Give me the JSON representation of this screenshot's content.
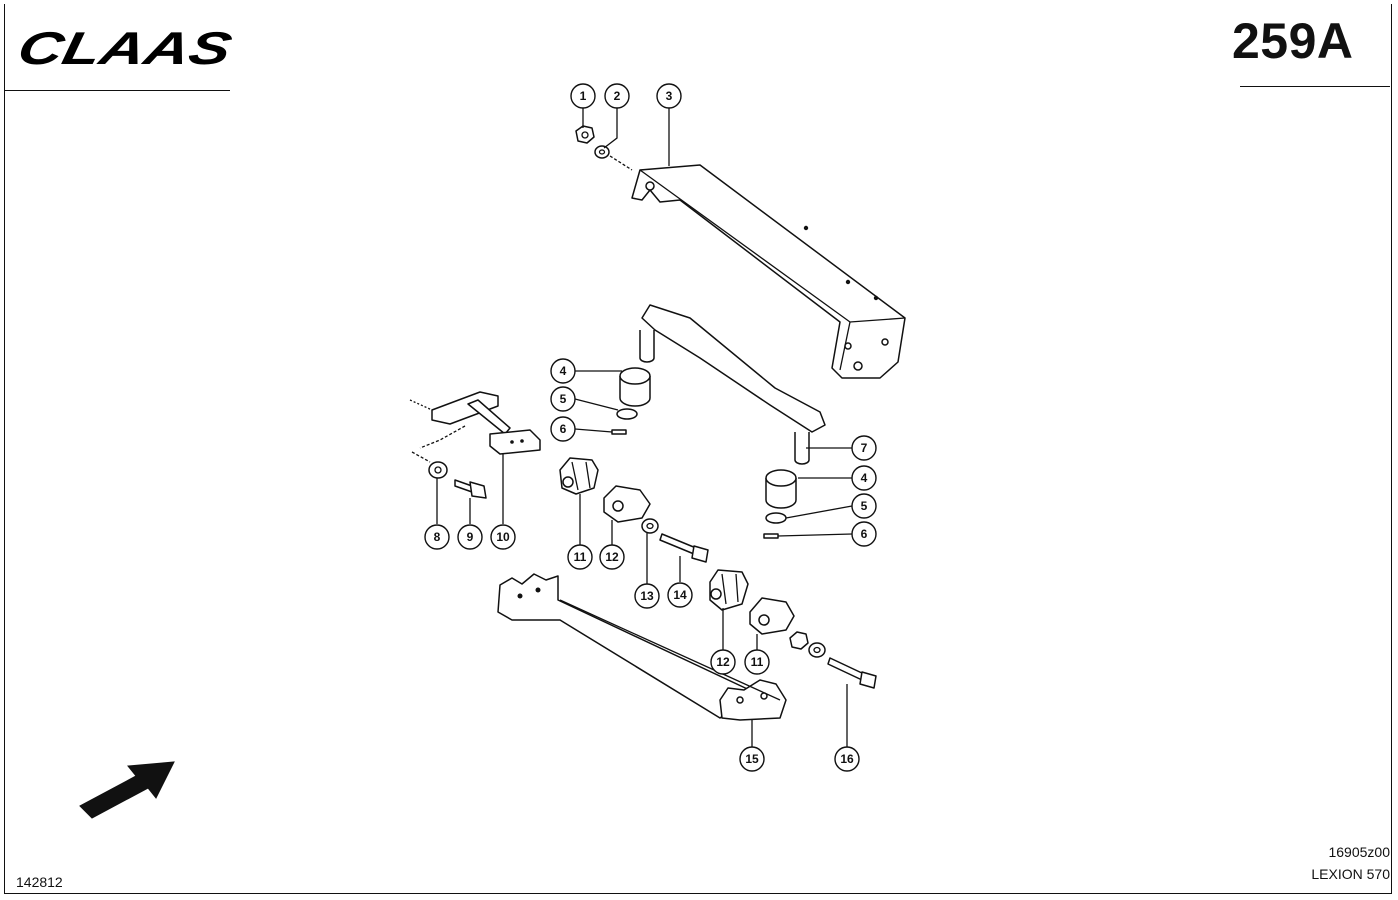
{
  "header": {
    "brand": "CLAAS",
    "page_number": "259A"
  },
  "footer": {
    "document_number": "142812",
    "reference_code": "16905z00",
    "model": "LEXION 570"
  },
  "callouts": [
    {
      "id": "c1",
      "label": "1"
    },
    {
      "id": "c2",
      "label": "2"
    },
    {
      "id": "c3",
      "label": "3"
    },
    {
      "id": "c4a",
      "label": "4"
    },
    {
      "id": "c5a",
      "label": "5"
    },
    {
      "id": "c6a",
      "label": "6"
    },
    {
      "id": "c7",
      "label": "7"
    },
    {
      "id": "c4b",
      "label": "4"
    },
    {
      "id": "c5b",
      "label": "5"
    },
    {
      "id": "c6b",
      "label": "6"
    },
    {
      "id": "c8",
      "label": "8"
    },
    {
      "id": "c9",
      "label": "9"
    },
    {
      "id": "c10",
      "label": "10"
    },
    {
      "id": "c11a",
      "label": "11"
    },
    {
      "id": "c12a",
      "label": "12"
    },
    {
      "id": "c13",
      "label": "13"
    },
    {
      "id": "c14",
      "label": "14"
    },
    {
      "id": "c12b",
      "label": "12"
    },
    {
      "id": "c11b",
      "label": "11"
    },
    {
      "id": "c15",
      "label": "15"
    },
    {
      "id": "c16",
      "label": "16"
    }
  ],
  "icons": {
    "direction_arrow": "arrow-up-right-icon"
  }
}
